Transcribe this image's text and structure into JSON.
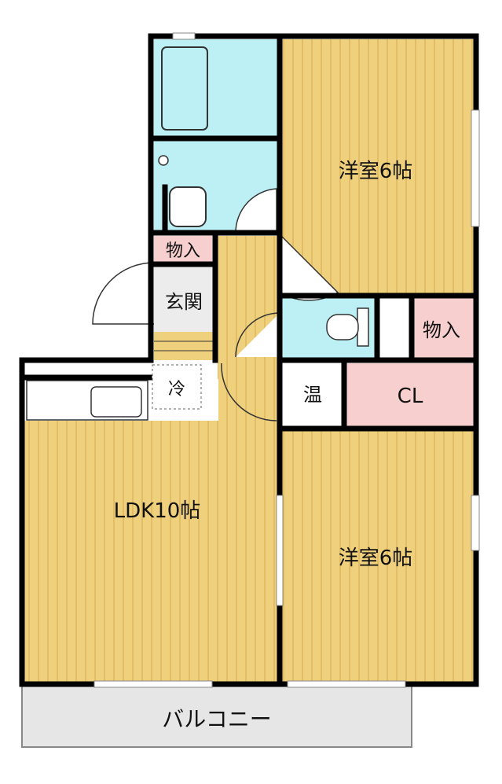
{
  "rooms": {
    "western_top": "洋室6帖",
    "western_bottom": "洋室6帖",
    "ldk": "LDK10帖",
    "storage_top": "物入",
    "storage_mid": "物入",
    "entrance": "玄関",
    "fridge": "冷",
    "water_heater": "温",
    "closet": "CL",
    "balcony": "バルコニー"
  },
  "colors": {
    "floor": "#EFD07D",
    "floor_stripe": "#E2BD66",
    "wet_area": "#BDF0F4",
    "storage": "#F7CFCF",
    "wall": "#000000",
    "balcony": "#E6E6E6"
  }
}
